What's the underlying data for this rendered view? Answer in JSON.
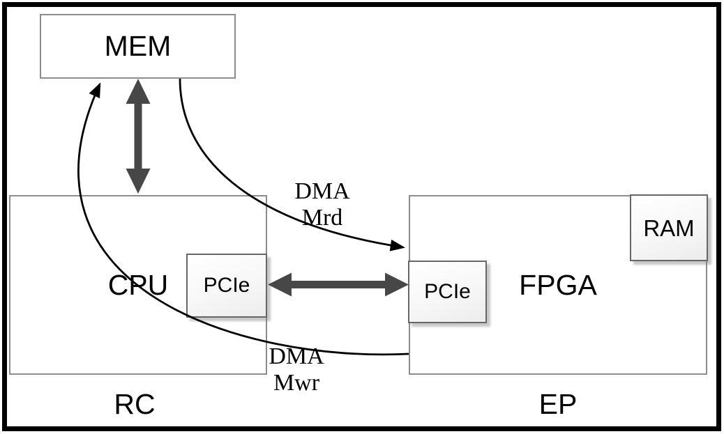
{
  "diagram": {
    "boxes": {
      "mem": {
        "label": "MEM"
      },
      "cpu": {
        "label": "CPU"
      },
      "fpga": {
        "label": "FPGA"
      },
      "pcie_rc": {
        "label": "PCIe"
      },
      "pcie_ep": {
        "label": "PCIe"
      },
      "ram": {
        "label": "RAM"
      }
    },
    "captions": {
      "rc": "RC",
      "ep": "EP"
    },
    "flows": {
      "dma_mrd": {
        "line1": "DMA",
        "line2": "Mrd"
      },
      "dma_mwr": {
        "line1": "DMA",
        "line2": "Mwr"
      }
    },
    "colors": {
      "thick_arrow": "#474747",
      "thin_arrow": "#000000",
      "large_box_border": "#8c8c8c",
      "small_box_border": "#666666",
      "outer_border": "#000000",
      "background": "#ffffff"
    }
  }
}
